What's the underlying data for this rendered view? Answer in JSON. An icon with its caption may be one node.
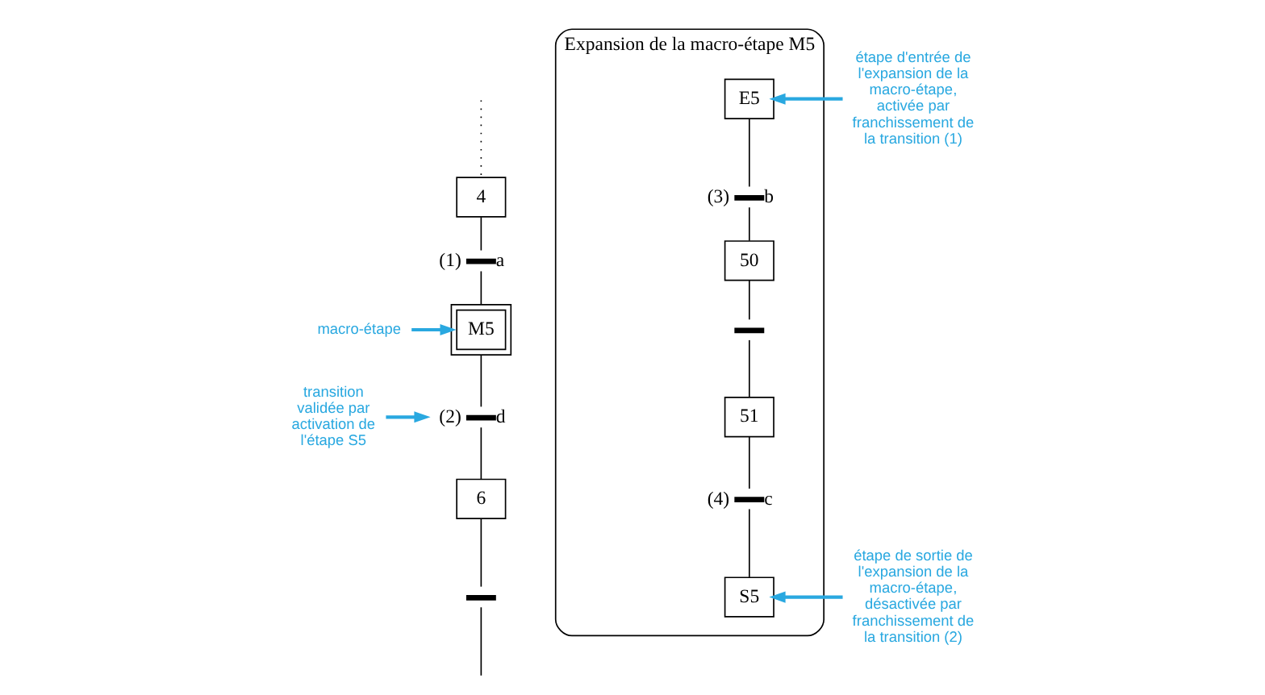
{
  "diagram": {
    "nodes": [
      {
        "text": [
          "4"
        ]
      },
      {
        "text": [],
        "shape": "bar",
        "beside": [
          "(1)",
          "a"
        ]
      },
      {
        "text": [
          "M5"
        ]
      },
      {
        "text": [],
        "shape": "bar",
        "beside": [
          "(2)",
          "d"
        ]
      },
      {
        "text": [
          "6"
        ]
      },
      {
        "text": [],
        "shape": "bar"
      },
      {
        "text": [
          "Expansion de la macro-étape M5"
        ]
      },
      {
        "text": [
          "E5"
        ],
        "in": 6
      },
      {
        "text": [],
        "shape": "bar",
        "beside": [
          "(3)",
          "b"
        ],
        "in": 6
      },
      {
        "text": [
          "50"
        ],
        "in": 6
      },
      {
        "text": [],
        "shape": "bar",
        "in": 6
      },
      {
        "text": [
          "51"
        ],
        "in": 6
      },
      {
        "text": [],
        "shape": "bar",
        "beside": [
          "(4)",
          "c"
        ],
        "in": 6
      },
      {
        "text": [
          "S5"
        ],
        "in": 6
      },
      {
        "text": [
          "macro-étape"
        ]
      },
      {
        "text": [
          "transition validée par activation de l'étape S5"
        ]
      },
      {
        "text": [
          "étape d'entrée de l'expansion de la macro-étape, activée par franchissement de la transition (1)"
        ]
      },
      {
        "text": [
          "étape de sortie de l'expansion de la macro-étape, désactivée par franchissement de la transition (2)"
        ]
      }
    ],
    "edges": [
      {
        "from": null,
        "to": 0,
        "arrow": "none",
        "style": "dashed"
      },
      {
        "from": 0,
        "to": 1,
        "arrow": "none"
      },
      {
        "from": 1,
        "to": 2,
        "arrow": "none"
      },
      {
        "from": 2,
        "to": 3,
        "arrow": "none"
      },
      {
        "from": 3,
        "to": 4,
        "arrow": "none"
      },
      {
        "from": 4,
        "to": 5,
        "arrow": "none"
      },
      {
        "from": 5,
        "to": null,
        "arrow": "none"
      },
      {
        "from": 7,
        "to": 8,
        "arrow": "none"
      },
      {
        "from": 8,
        "to": 9,
        "arrow": "none"
      },
      {
        "from": 9,
        "to": 10,
        "arrow": "none"
      },
      {
        "from": 10,
        "to": 11,
        "arrow": "none"
      },
      {
        "from": 11,
        "to": 12,
        "arrow": "none"
      },
      {
        "from": 12,
        "to": 13,
        "arrow": "none"
      },
      {
        "from": 14,
        "to": 2,
        "arrow": "to",
        "color": "#29a8e0"
      },
      {
        "from": 15,
        "to": 3,
        "arrow": "to",
        "color": "#29a8e0"
      },
      {
        "from": 16,
        "to": 7,
        "arrow": "to",
        "color": "#29a8e0"
      },
      {
        "from": 17,
        "to": 13,
        "arrow": "to",
        "color": "#29a8e0"
      }
    ]
  }
}
